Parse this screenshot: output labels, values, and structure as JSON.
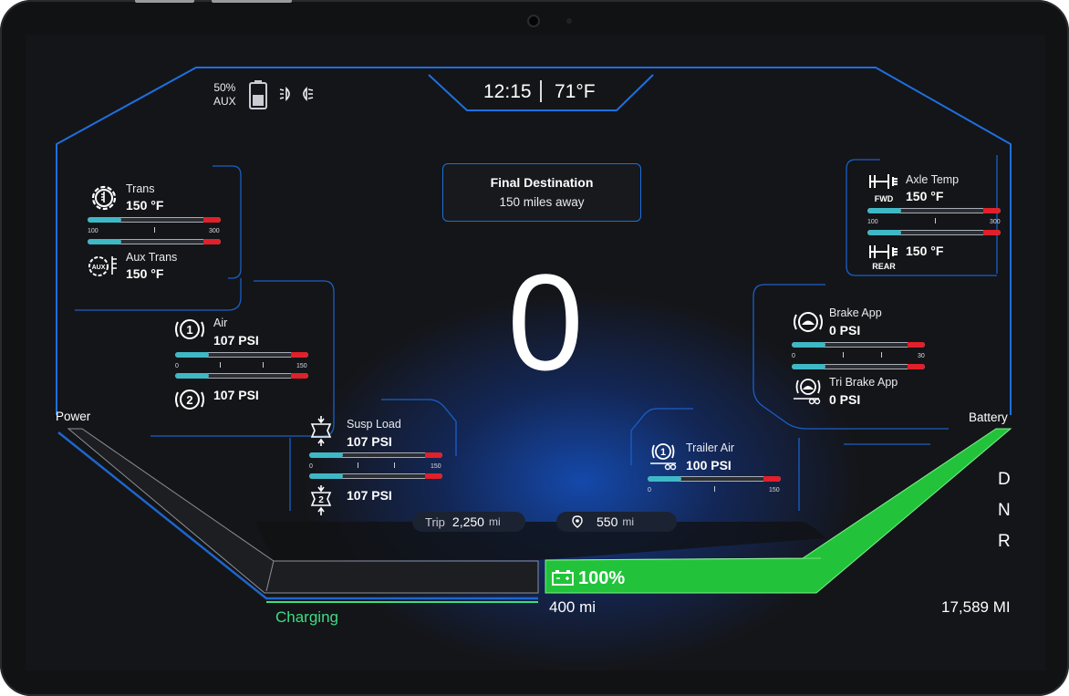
{
  "status": {
    "aux_percent": "50%",
    "aux_label": "AUX",
    "time": "12:15",
    "temperature": "71°F"
  },
  "destination": {
    "title": "Final Destination",
    "subtitle": "150 miles away"
  },
  "speed": "0",
  "gauges": {
    "trans": {
      "label": "Trans",
      "value": "150 °F",
      "scale_min": "100",
      "scale_max": "300",
      "level": 0.25
    },
    "aux_trans": {
      "label": "Aux Trans",
      "value": "150 °F",
      "level": 0.25
    },
    "air": {
      "label": "Air",
      "value_1": "107 PSI",
      "value_2": "107 PSI",
      "scale_min": "0",
      "scale_max": "150",
      "level_1": 0.25,
      "level_2": 0.25
    },
    "susp_load": {
      "label": "Susp Load",
      "value_1": "107 PSI",
      "value_2": "107 PSI",
      "scale_min": "0",
      "scale_max": "150",
      "level_1": 0.25,
      "level_2": 0.25
    },
    "trailer_air": {
      "label": "Trailer Air",
      "value": "100 PSI",
      "scale_min": "0",
      "scale_max": "150",
      "level": 0.25
    },
    "axle_temp": {
      "label": "Axle Temp",
      "fwd_label": "FWD",
      "rear_label": "REAR",
      "fwd_value": "150 °F",
      "rear_value": "150 °F",
      "scale_min": "100",
      "scale_max": "300",
      "level_fwd": 0.25,
      "level_rear": 0.25
    },
    "brake_app": {
      "label": "Brake App",
      "value": "0 PSI",
      "scale_min": "0",
      "scale_max": "30",
      "level": 0.25
    },
    "tri_brake_app": {
      "label": "Tri Brake App",
      "value": "0 PSI",
      "level": 0.25
    }
  },
  "trip": {
    "label": "Trip",
    "value": "2,250",
    "unit": "mi"
  },
  "range": {
    "value": "550",
    "unit": "mi"
  },
  "power": {
    "label": "Power",
    "charging_label": "Charging"
  },
  "battery": {
    "label": "Battery",
    "percent": "100%",
    "level": 1.0,
    "range": "400 mi"
  },
  "gears": [
    "D",
    "N",
    "R"
  ],
  "odometer": "17,589 MI",
  "colors": {
    "accent": "#1e6fe0",
    "battery_green": "#22c33a",
    "charging_green": "#3ddc84",
    "gauge_fill": "#3fb8c6",
    "gauge_red": "#e0202a"
  }
}
